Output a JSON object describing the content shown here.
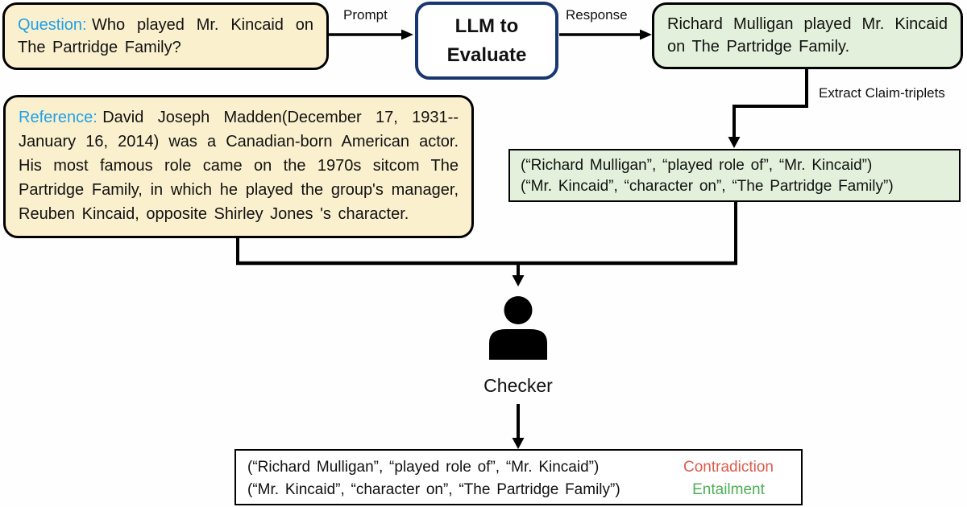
{
  "diagram": {
    "question_box": {
      "label": "Question:",
      "text": "Who played Mr. Kincaid on The Partridge Family?"
    },
    "labels": {
      "prompt": "Prompt",
      "response": "Response",
      "extract": "Extract Claim-triplets"
    },
    "llm_box": {
      "line1": "LLM to",
      "line2": "Evaluate"
    },
    "response_box": {
      "text": "Richard Mulligan played Mr. Kincaid on The Partridge Family."
    },
    "triplets_box": {
      "rows": [
        "(“Richard Mulligan”, “played role of”, “Mr. Kincaid”)",
        "(“Mr. Kincaid”, “character on”, “The Partridge Family”)"
      ]
    },
    "reference_box": {
      "label": "Reference:",
      "text": "David Joseph Madden(December 17, 1931--January 16, 2014) was a Canadian-born American actor. His most famous role came on the 1970s sitcom The Partridge Family, in which he played the group's manager, Reuben Kincaid, opposite Shirley Jones 's character."
    },
    "checker": {
      "label": "Checker"
    },
    "results_box": {
      "rows": [
        {
          "triplet": "(“Richard Mulligan”, “played role of”, “Mr. Kincaid”)",
          "verdict": "Contradiction"
        },
        {
          "triplet": "(“Mr. Kincaid”, “character on”, “The Partridge Family”)",
          "verdict": "Entailment"
        }
      ]
    },
    "colors": {
      "question_reference_bg": "#fbf0ce",
      "green_bg": "#e3f1dc",
      "label_blue": "#1fa0ea",
      "llm_border_navy": "#17376e",
      "contradiction_red": "#db5b4a",
      "entailment_green": "#4cae54",
      "connector_black": "#000000"
    }
  }
}
